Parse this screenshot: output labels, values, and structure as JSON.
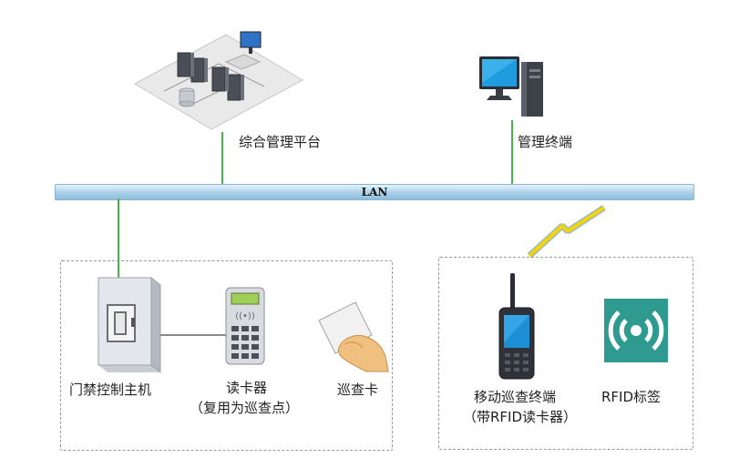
{
  "network": {
    "label": "LAN"
  },
  "nodes": {
    "platform": {
      "label": "综合管理平台",
      "icon": "server-room-icon"
    },
    "terminal": {
      "label": "管理终端",
      "icon": "desktop-computer-icon"
    },
    "door_controller": {
      "label": "门禁控制主机",
      "icon": "door-controller-box-icon"
    },
    "card_reader": {
      "label_line1": "读卡器",
      "label_line2": "（复用为巡查点）",
      "icon": "keypad-reader-icon"
    },
    "patrol_card": {
      "label": "巡查卡",
      "icon": "hand-card-icon"
    },
    "mobile_terminal": {
      "label_line1": "移动巡查终端",
      "label_line2": "（带RFID读卡器）",
      "icon": "handheld-terminal-icon"
    },
    "rfid_tag": {
      "label": "RFID标签",
      "icon": "rfid-signal-icon"
    }
  },
  "colors": {
    "link": "#4caf50",
    "lan": "#a9d0e8",
    "wireless": "#f2d600",
    "rfid_bg": "#2f9a8f"
  }
}
